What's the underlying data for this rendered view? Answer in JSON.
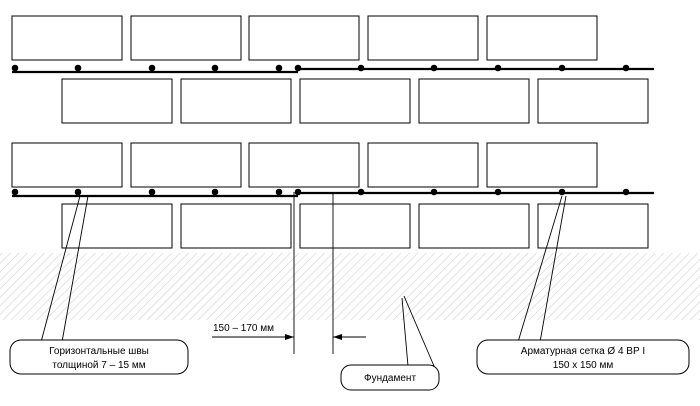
{
  "labels": {
    "horizontal_joints_line1": "Горизонтальные швы",
    "horizontal_joints_line2": "толщиной 7 – 15 мм",
    "overlap_dimension": "150 – 170 мм",
    "foundation": "Фундамент",
    "mesh_line1": "Арматурная сетка Ø 4 ВР I",
    "mesh_line2": "150 x 150 мм"
  },
  "colors": {
    "stroke": "#000000",
    "brick_fill": "#ffffff",
    "hatch": "#cfcfcf"
  }
}
